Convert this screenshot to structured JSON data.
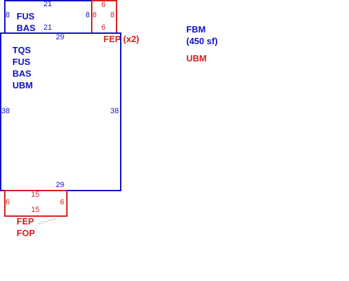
{
  "areas": {
    "top_left": {
      "dims": {
        "top": "21",
        "bottom": "21",
        "left": "8",
        "right": "8"
      },
      "labels": [
        "FUS",
        "BAS"
      ]
    },
    "top_right": {
      "dims": {
        "top": "6",
        "bottom": "6",
        "left": "8",
        "right": "8"
      }
    },
    "main": {
      "dims": {
        "top": "29",
        "bottom": "29",
        "left": "38",
        "right": "38"
      },
      "labels": [
        "TQS",
        "FUS",
        "BAS",
        "UBM"
      ]
    },
    "bottom": {
      "dims": {
        "top": "15",
        "bottom": "15",
        "left": "6",
        "right": "6"
      },
      "labels": [
        "FEP",
        "FOP"
      ]
    }
  },
  "fep_x2_label": "FEP (x2)",
  "legend": {
    "fbm": "FBM",
    "fbm_area": "(450 sf)",
    "ubm": "UBM"
  },
  "colors": {
    "blue": "#1010c8",
    "red": "#d42020"
  }
}
